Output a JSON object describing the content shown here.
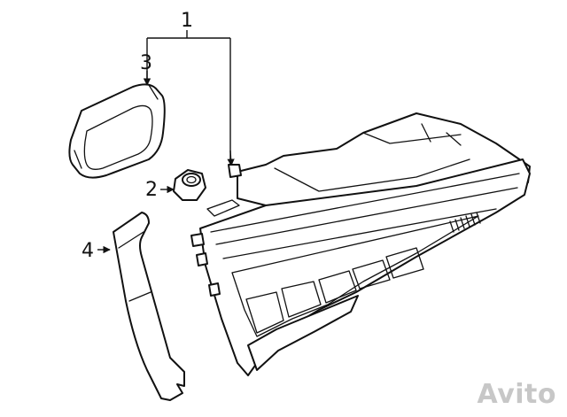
{
  "callouts": {
    "part1": "1",
    "part2": "2",
    "part3": "3",
    "part4": "4"
  },
  "watermark": "Avito",
  "colors": {
    "line": "#111111",
    "background": "#ffffff",
    "watermark": "#b4b4b4"
  }
}
